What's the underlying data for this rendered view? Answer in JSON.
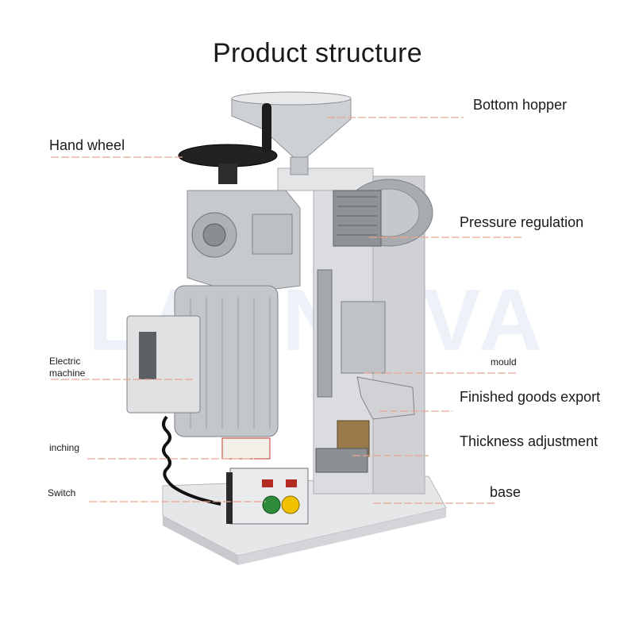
{
  "title": "Product structure",
  "watermark": "LABNOVA",
  "labels": {
    "hand_wheel": "Hand wheel",
    "bottom_hopper": "Bottom hopper",
    "pressure_regulation": "Pressure regulation",
    "electric_machine_line1": "Electric",
    "electric_machine_line2": "machine",
    "mould": "mould",
    "finished_goods_export": "Finished goods export",
    "thickness_adjustment": "Thickness adjustment",
    "inching": "inching",
    "switch": "Switch",
    "base": "base"
  },
  "colors": {
    "leader_line": "#e9a58d",
    "metal": "#b9bcc0",
    "dark": "#2a2a2a",
    "button_green": "#2e8b3a",
    "button_yellow": "#f2c200"
  }
}
